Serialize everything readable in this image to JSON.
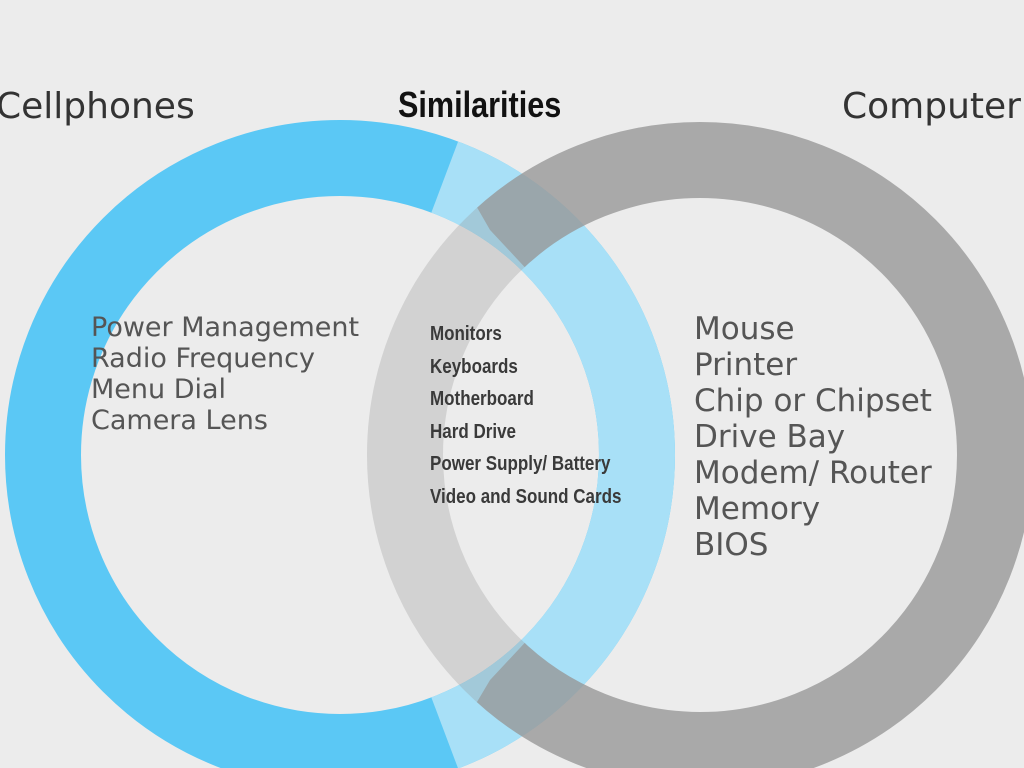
{
  "labels": {
    "left": "Cellphones",
    "center": "Similarities",
    "right": "Computer"
  },
  "left_items": [
    "Power Management",
    "Radio Frequency",
    "Menu Dial",
    "Camera Lens"
  ],
  "shared_items": [
    "Monitors",
    "Keyboards",
    "Motherboard",
    "Hard Drive",
    "Power Supply/ Battery",
    "Video and Sound Cards"
  ],
  "right_items": [
    "Mouse",
    "Printer",
    "Chip or Chipset",
    "Drive Bay",
    "Modem/ Router",
    "Memory",
    "BIOS"
  ],
  "colors": {
    "blue": "#5bc8f5",
    "light_blue": "#a8e0f7",
    "gray": "#969696",
    "background": "#ececec"
  }
}
